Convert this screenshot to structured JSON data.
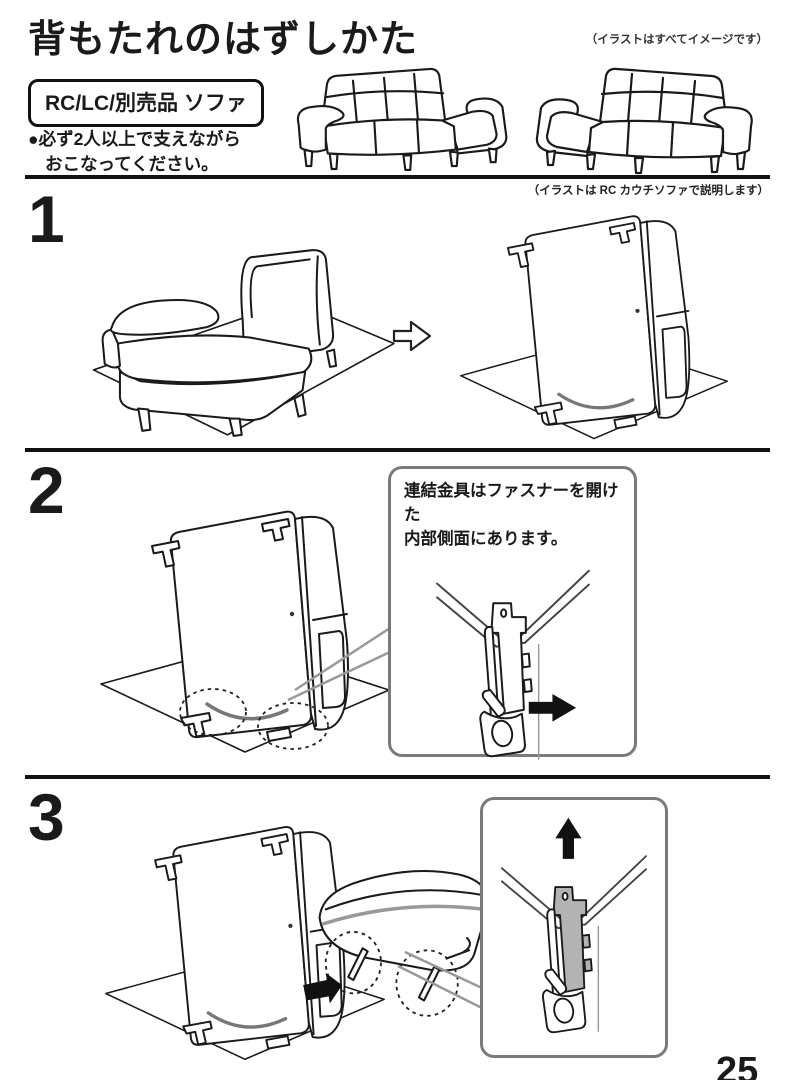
{
  "page": {
    "title": "背もたれのはずしかた",
    "top_note": "（イラストはすべてイメージです）",
    "model_badge": "RC/LC/別売品 ソファ",
    "warning": {
      "line1": "●必ず2人以上で支えながら",
      "line2": "おこなってください。"
    },
    "illustration_note": "（イラストは RC カウチソファで説明します）",
    "page_number": "25"
  },
  "steps": [
    {
      "number": "1"
    },
    {
      "number": "2",
      "callout": {
        "line1": "連結金具はファスナーを開けた",
        "line2": "内部側面にあります。"
      }
    },
    {
      "number": "3"
    }
  ],
  "icons": {
    "step1_transition": "hollow-right-arrow",
    "step2_detail": "solid-right-arrow",
    "step3_push": "solid-left-arrow",
    "step3_detail": "solid-up-arrow"
  },
  "colors": {
    "ink": "#1a1a1a",
    "callout_border": "#7a7a7a",
    "leader_line": "#999999",
    "bracket_fill": "#b3b3b3"
  }
}
